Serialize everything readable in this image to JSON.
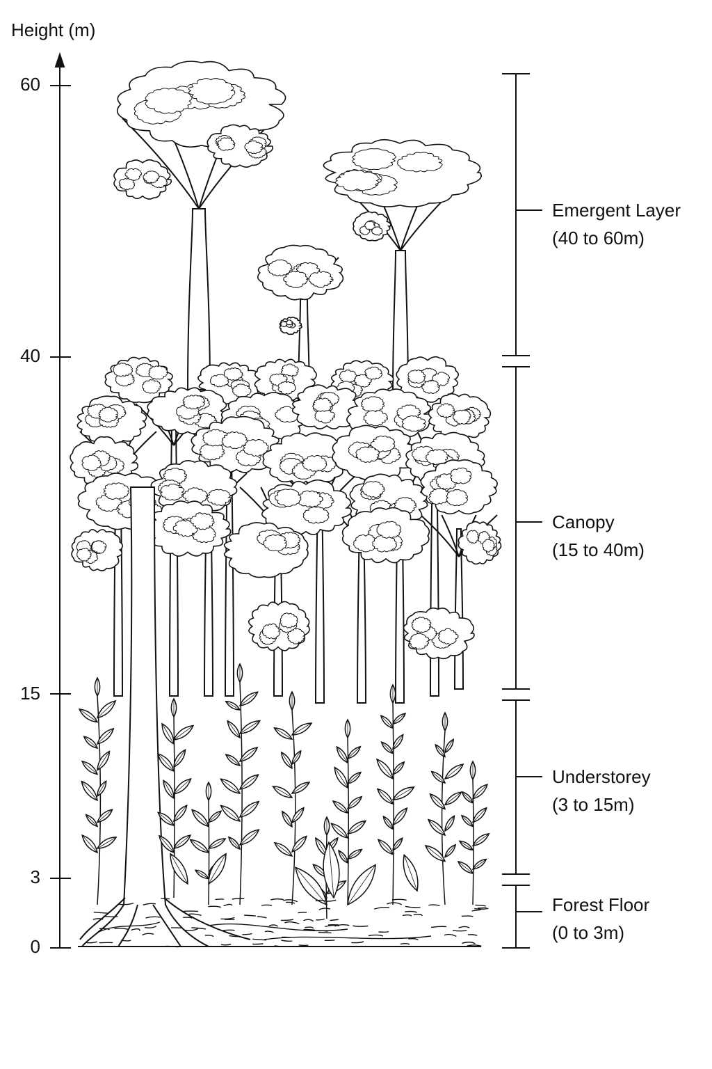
{
  "axis": {
    "title": "Height (m)",
    "ticks": [
      "60",
      "40",
      "15",
      "3",
      "0"
    ]
  },
  "layers": [
    {
      "name": "Emergent Layer",
      "range": "(40 to 60m)"
    },
    {
      "name": "Canopy",
      "range": "(15 to 40m)"
    },
    {
      "name": "Understorey",
      "range": "(3 to 15m)"
    },
    {
      "name": "Forest Floor",
      "range": "(0 to 3m)"
    }
  ],
  "colors": {
    "ink": "#111111",
    "paper": "#ffffff"
  }
}
